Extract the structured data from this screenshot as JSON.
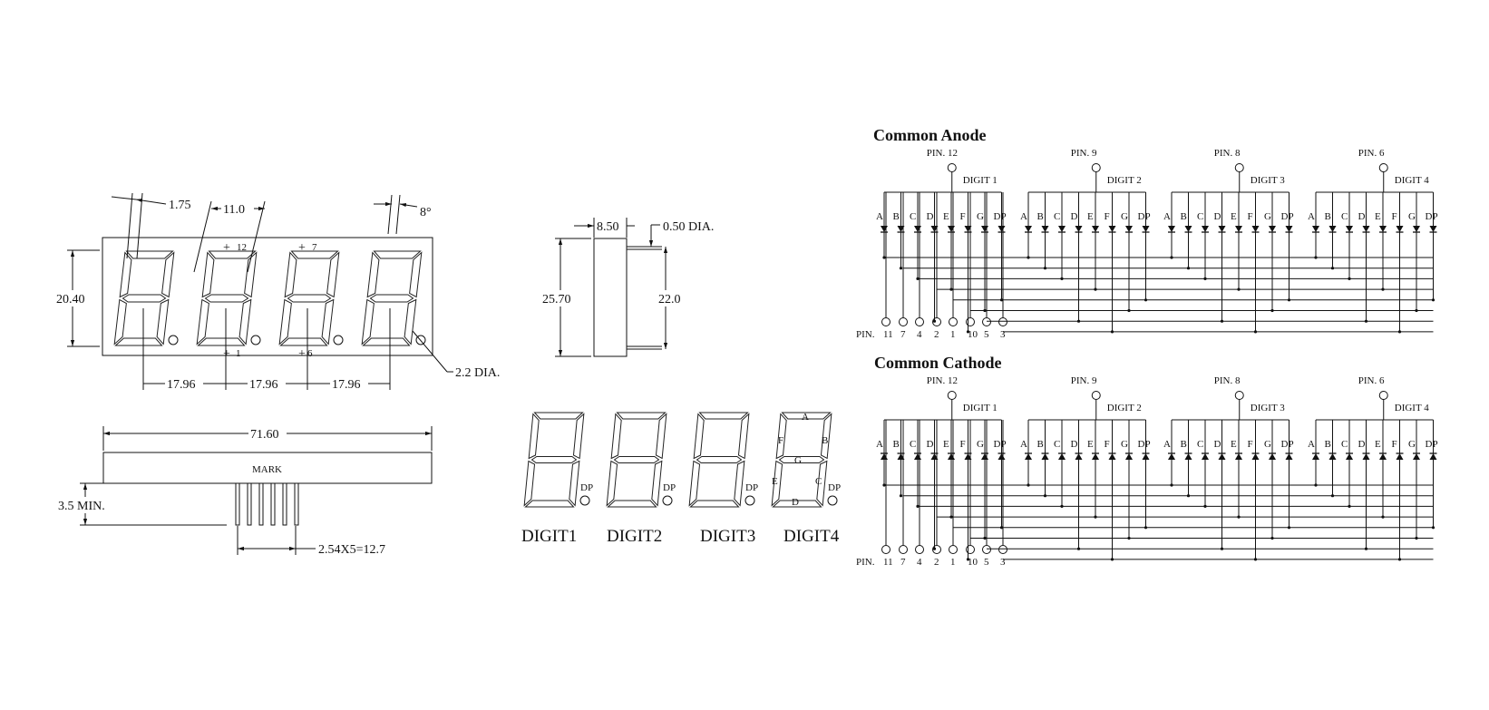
{
  "front_view": {
    "dim_segment_width": "1.75",
    "dim_digit_width": "11.0",
    "dim_slant": "8°",
    "dim_height": "20.40",
    "dim_pitch_1": "17.96",
    "dim_pitch_2": "17.96",
    "dim_pitch_3": "17.96",
    "dim_dp": "2.2 DIA.",
    "pin_markers": [
      "12",
      "7",
      "1",
      "6"
    ]
  },
  "bottom_view": {
    "dim_length": "71.60",
    "mark": "MARK",
    "dim_pin_length": "3.5 MIN.",
    "dim_pin_pitch": "2.54X5=12.7"
  },
  "side_view": {
    "dim_depth": "8.50",
    "dim_pin_dia": "0.50 DIA.",
    "dim_height": "25.70",
    "dim_pin_span": "22.0"
  },
  "digits_legend": {
    "labels": [
      "DIGIT1",
      "DIGIT2",
      "DIGIT3",
      "DIGIT4"
    ],
    "dp_label": "DP",
    "segments": [
      "A",
      "B",
      "C",
      "D",
      "E",
      "F",
      "G"
    ]
  },
  "schematic": {
    "anode_title": "Common Anode",
    "cathode_title": "Common Cathode",
    "common_pins": [
      "PIN. 12",
      "PIN. 9",
      "PIN. 8",
      "PIN. 6"
    ],
    "digit_names": [
      "DIGIT 1",
      "DIGIT 2",
      "DIGIT 3",
      "DIGIT 4"
    ],
    "segment_labels": [
      "A",
      "B",
      "C",
      "D",
      "E",
      "F",
      "G",
      "DP"
    ],
    "bottom_pin_prefix": "PIN.",
    "bottom_pins": [
      "11",
      "7",
      "4",
      "2",
      "1",
      "10",
      "5",
      "3"
    ]
  }
}
